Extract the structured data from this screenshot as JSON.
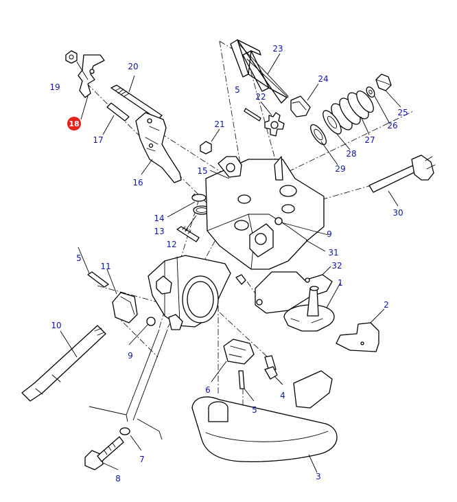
{
  "diagram": {
    "label_color": "#0a14b4",
    "highlight_color": "#e8201a",
    "highlighted_part": "18",
    "callouts": [
      {
        "id": "c1",
        "text": "1"
      },
      {
        "id": "c2",
        "text": "2"
      },
      {
        "id": "c3",
        "text": "3"
      },
      {
        "id": "c4",
        "text": "4"
      },
      {
        "id": "c5a",
        "text": "5"
      },
      {
        "id": "c5b",
        "text": "5"
      },
      {
        "id": "c5c",
        "text": "5"
      },
      {
        "id": "c6",
        "text": "6"
      },
      {
        "id": "c7",
        "text": "7"
      },
      {
        "id": "c8",
        "text": "8"
      },
      {
        "id": "c9a",
        "text": "9"
      },
      {
        "id": "c9b",
        "text": "9"
      },
      {
        "id": "c10",
        "text": "10"
      },
      {
        "id": "c11",
        "text": "11"
      },
      {
        "id": "c12",
        "text": "12"
      },
      {
        "id": "c13",
        "text": "13"
      },
      {
        "id": "c14",
        "text": "14"
      },
      {
        "id": "c15",
        "text": "15"
      },
      {
        "id": "c16",
        "text": "16"
      },
      {
        "id": "c17",
        "text": "17"
      },
      {
        "id": "c18",
        "text": "18"
      },
      {
        "id": "c19",
        "text": "19"
      },
      {
        "id": "c20",
        "text": "20"
      },
      {
        "id": "c21",
        "text": "21"
      },
      {
        "id": "c22",
        "text": "22"
      },
      {
        "id": "c23",
        "text": "23"
      },
      {
        "id": "c24",
        "text": "24"
      },
      {
        "id": "c25",
        "text": "25"
      },
      {
        "id": "c26",
        "text": "26"
      },
      {
        "id": "c27",
        "text": "27"
      },
      {
        "id": "c28",
        "text": "28"
      },
      {
        "id": "c29",
        "text": "29"
      },
      {
        "id": "c30",
        "text": "30"
      },
      {
        "id": "c31",
        "text": "31"
      },
      {
        "id": "c32",
        "text": "32"
      }
    ]
  }
}
